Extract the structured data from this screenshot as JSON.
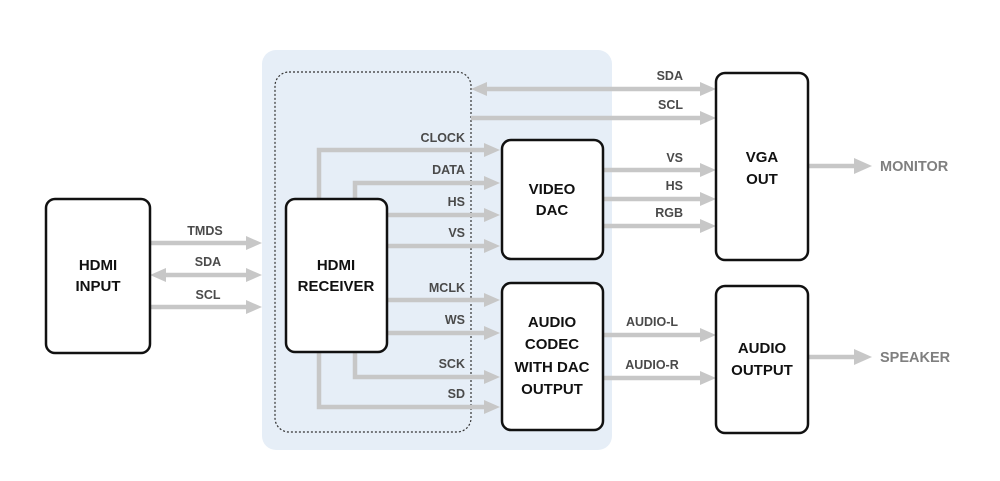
{
  "colors": {
    "panel": "#e6eef7",
    "arrow": "#c7c7c7",
    "block_border": "#111111",
    "signal_text": "#4a4a4a",
    "external_text": "#7f7f7f"
  },
  "blocks": {
    "hdmi_input": [
      "HDMI",
      "INPUT"
    ],
    "hdmi_receiver": [
      "HDMI",
      "RECEIVER"
    ],
    "video_dac": [
      "VIDEO",
      "DAC"
    ],
    "audio_codec": [
      "AUDIO",
      "CODEC",
      "WITH DAC",
      "OUTPUT"
    ],
    "vga_out": [
      "VGA",
      "OUT"
    ],
    "audio_output": [
      "AUDIO",
      "OUTPUT"
    ]
  },
  "signals": {
    "tmds": "TMDS",
    "sda_in": "SDA",
    "scl_in": "SCL",
    "clock": "CLOCK",
    "data": "DATA",
    "hs_rx": "HS",
    "vs_rx": "VS",
    "mclk": "MCLK",
    "ws": "WS",
    "sck": "SCK",
    "sd": "SD",
    "sda_vga": "SDA",
    "scl_vga": "SCL",
    "vs_dac": "VS",
    "hs_dac": "HS",
    "rgb": "RGB",
    "audio_l": "AUDIO-L",
    "audio_r": "AUDIO-R"
  },
  "external": {
    "monitor": "MONITOR",
    "speaker": "SPEAKER"
  }
}
